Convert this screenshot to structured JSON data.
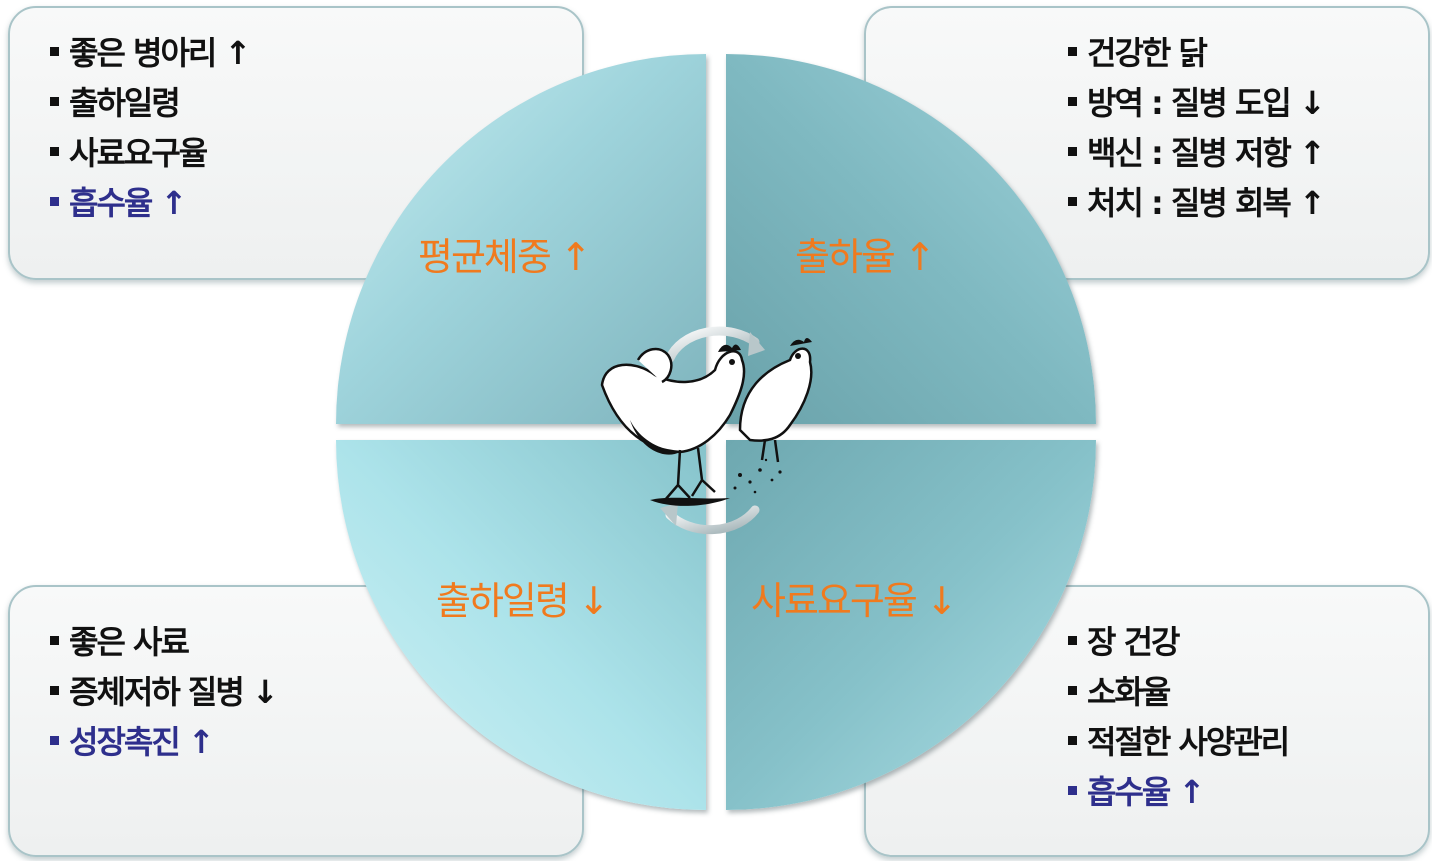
{
  "boxes": {
    "top_left": {
      "items": [
        "좋은 병아리 ↑",
        "출하일령",
        "사료요구율",
        "흡수율 ↑"
      ],
      "highlight_index": 3
    },
    "top_right": {
      "items": [
        "건강한 닭",
        "방역 : 질병 도입 ↓",
        "백신 : 질병 저항 ↑",
        "처치 : 질병 회복 ↑"
      ]
    },
    "bottom_left": {
      "items": [
        "좋은 사료",
        "증체저하 질병 ↓",
        "성장촉진 ↑"
      ],
      "highlight_index": 2
    },
    "bottom_right": {
      "items": [
        "장 건강",
        "소화율",
        "적절한 사양관리",
        "흡수율 ↑"
      ],
      "highlight_index": 3
    }
  },
  "quadrants": {
    "top_left": "평균체중 ↑",
    "top_right": "출하율 ↑",
    "bottom_left": "출하일령 ↓",
    "bottom_right": "사료요구율 ↓"
  },
  "center_icon": "chickens-cycle-icon",
  "colors": {
    "label_orange": "#f07a1e",
    "highlight_navy": "#2e2f8c",
    "text_black": "#111111"
  }
}
